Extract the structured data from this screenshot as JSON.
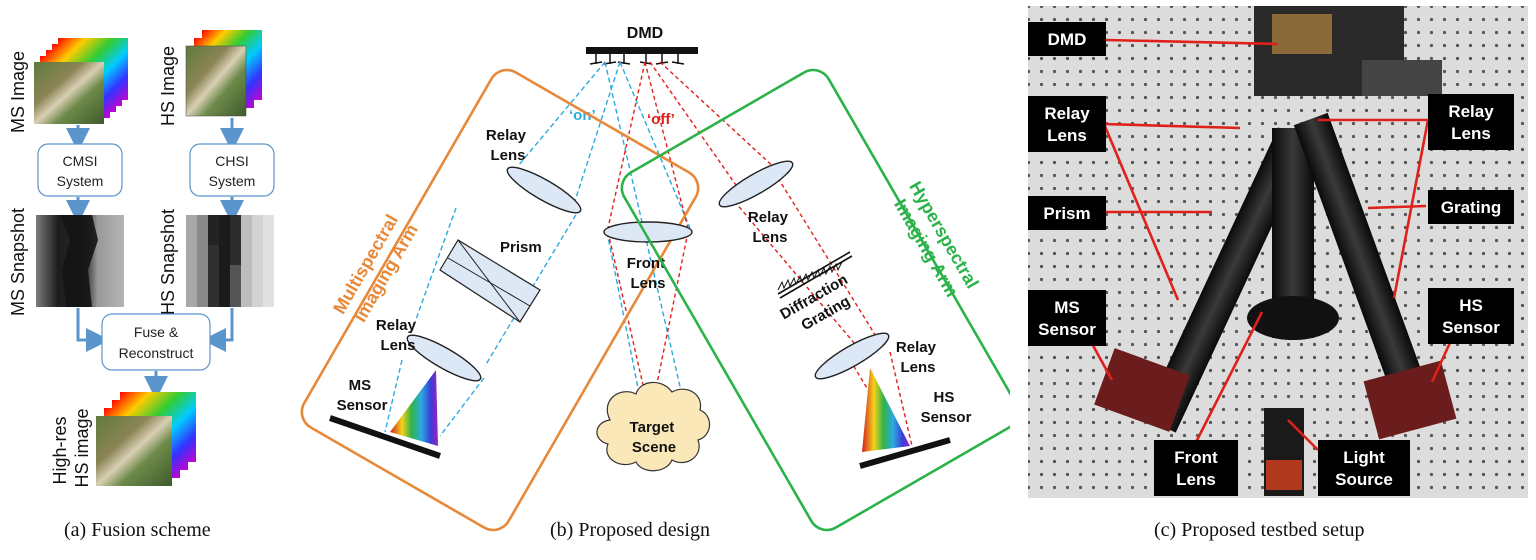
{
  "panel_a": {
    "caption": "(a)  Fusion scheme",
    "ms_image_label": "MS Image",
    "hs_image_label": "HS Image",
    "cmsi_box": [
      "CMSI",
      "System"
    ],
    "chsi_box": [
      "CHSI",
      "System"
    ],
    "ms_snapshot_label": "MS Snapshot",
    "hs_snapshot_label": "HS Snapshot",
    "fuse_box": [
      "Fuse &",
      "Reconstruct"
    ],
    "highres_label": [
      "High-res",
      "HS image"
    ]
  },
  "panel_b": {
    "caption": "(b)  Proposed design",
    "dmd": "DMD",
    "on_label": "‘on’",
    "off_label": "‘off’",
    "relay_lens_ms_top": [
      "Relay",
      "Lens"
    ],
    "prism": "Prism",
    "relay_lens_ms_bottom": [
      "Relay",
      "Lens"
    ],
    "ms_sensor": [
      "MS",
      "Sensor"
    ],
    "multispectral_arm": [
      "Multispectral",
      "Imaging Arm"
    ],
    "front_lens": [
      "Front",
      "Lens"
    ],
    "target_scene": [
      "Target",
      "Scene"
    ],
    "relay_lens_hs_top": [
      "Relay",
      "Lens"
    ],
    "diffraction_grating": [
      "Diffraction",
      "Grating"
    ],
    "relay_lens_hs_bottom": [
      "Relay",
      "Lens"
    ],
    "hs_sensor": [
      "HS",
      "Sensor"
    ],
    "hyperspectral_arm": [
      "Hyperspectral",
      "Imaging Arm"
    ],
    "colors": {
      "ms_arm": "#e8893a",
      "hs_arm": "#2bb34a",
      "on_ray": "#2aaae0",
      "off_ray": "#e0201a"
    }
  },
  "panel_c": {
    "caption": "(c)  Proposed testbed setup",
    "labels": {
      "dmd": [
        "DMD"
      ],
      "relay_lens_left": [
        "Relay",
        "Lens"
      ],
      "relay_lens_right": [
        "Relay",
        "Lens"
      ],
      "prism": [
        "Prism"
      ],
      "grating": [
        "Grating"
      ],
      "ms_sensor": [
        "MS",
        "Sensor"
      ],
      "hs_sensor": [
        "HS",
        "Sensor"
      ],
      "front_lens": [
        "Front",
        "Lens"
      ],
      "light_source": [
        "Light",
        "Source"
      ]
    }
  }
}
